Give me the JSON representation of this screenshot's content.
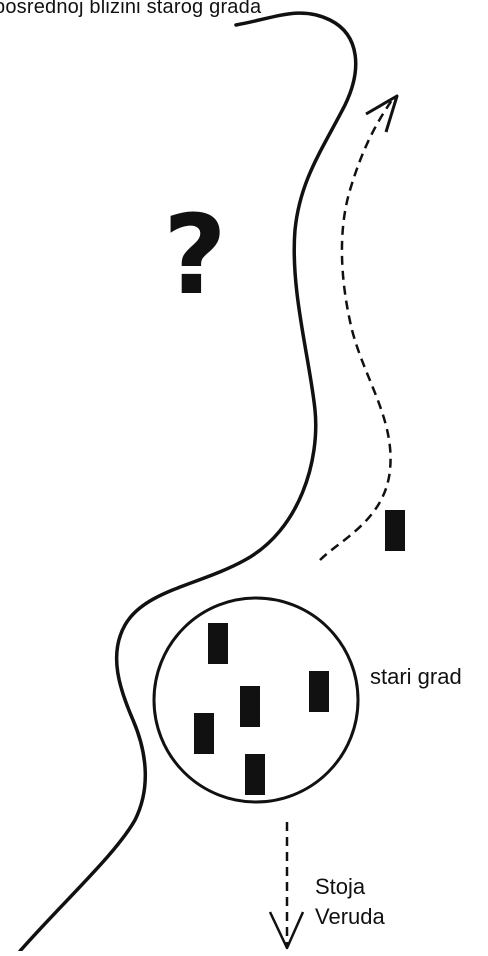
{
  "top_caption": "posrednoj blizini starog grada",
  "question_mark": "?",
  "old_town": {
    "label": "stari grad"
  },
  "destination": {
    "line1": "Stoja",
    "line2": "Veruda"
  },
  "colors": {
    "ink": "#111111",
    "background": "#ffffff"
  }
}
